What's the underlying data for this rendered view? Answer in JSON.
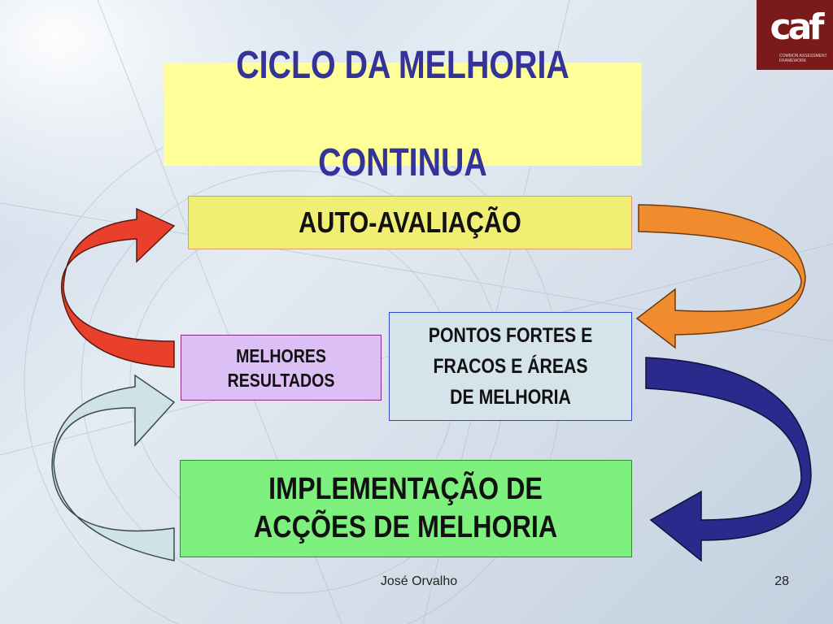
{
  "title": {
    "line1": "CICLO DA MELHORIA",
    "line2": "CONTINUA"
  },
  "steps": {
    "auto_avaliacao": "AUTO-AVALIAÇÃO",
    "pontos_fortes": "PONTOS FORTES E\nFRACOS E  ÁREAS\nDE MELHORIA",
    "implementacao": "IMPLEMENTAÇÃO DE\nACÇÕES DE MELHORIA",
    "melhores_resultados": "MELHORES\nRESULTADOS"
  },
  "logo": {
    "text": "caf",
    "subtitle": "COMMON ASSESSMENT FRAMEWORK"
  },
  "footer": {
    "author": "José Orvalho",
    "page": "28"
  },
  "colors": {
    "title_text": "#333399",
    "title_bg": "#ffff99",
    "arrow_red": "#e8402a",
    "arrow_orange": "#f08c2e",
    "arrow_navy": "#2a2a8c",
    "arrow_light": "#cfe3e6",
    "logo_bg": "#7a1a1a"
  }
}
